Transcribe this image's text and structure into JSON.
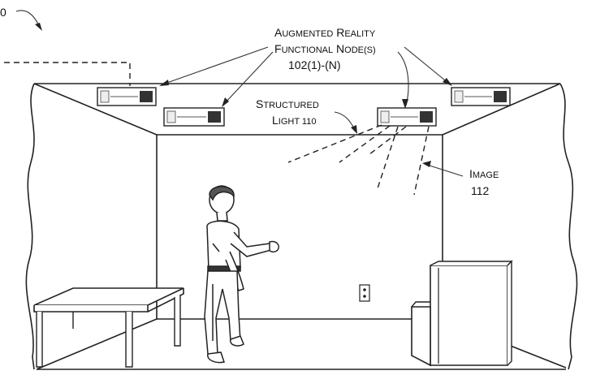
{
  "figure": {
    "ref_number": "0",
    "labels": {
      "ar_nodes_line1_cap": "A",
      "ar_nodes_line1_small": "UGMENTED",
      "ar_nodes_line1_cap2": "R",
      "ar_nodes_line1_small2": "EALITY",
      "ar_nodes_line2_cap": "F",
      "ar_nodes_line2_small": "UNCTIONAL",
      "ar_nodes_line2_cap2": "N",
      "ar_nodes_line2_small2": "ODE(S)",
      "ar_nodes_line3": "102(1)-(N)",
      "structured_line1_cap": "S",
      "structured_line1_small": "TRUCTURED",
      "structured_line2_cap": "L",
      "structured_line2_small": "IGHT 110",
      "image_line1_cap": "I",
      "image_line1_small": "MAGE",
      "image_line2": "112"
    }
  }
}
